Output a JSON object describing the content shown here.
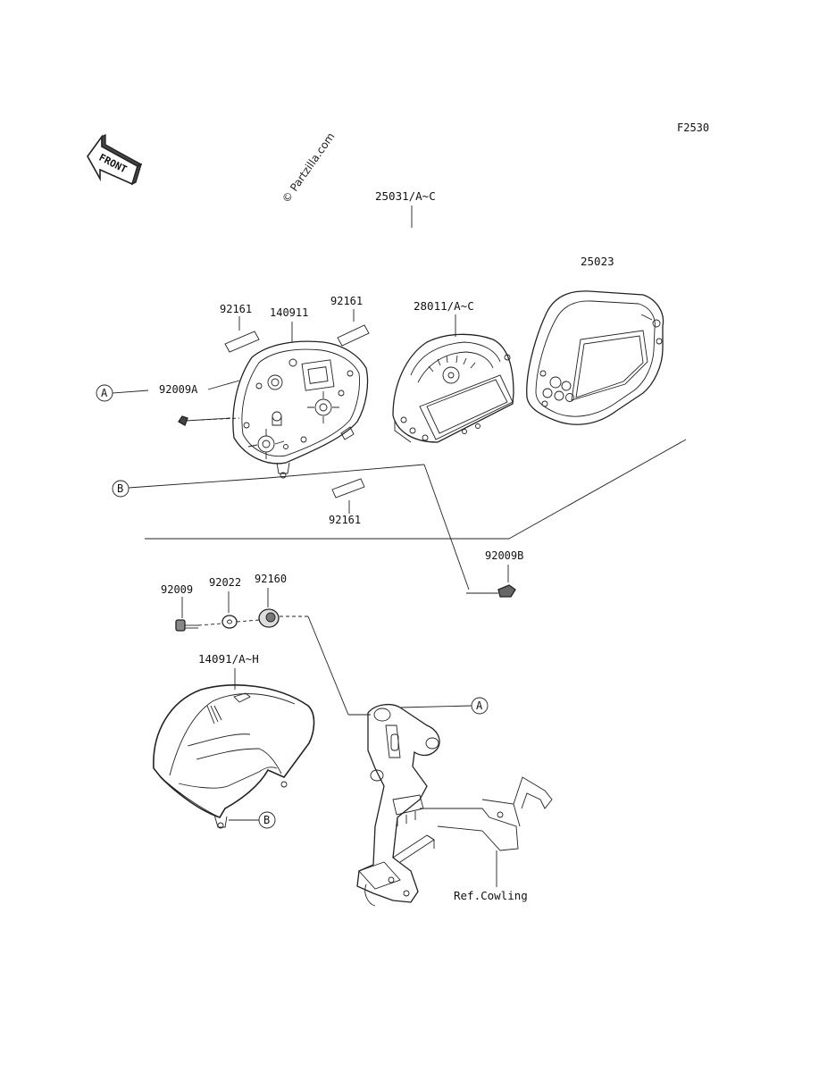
{
  "figure_code": "F2530",
  "watermark": "© Partzilla.com",
  "front_label": "FRONT",
  "labels": {
    "l25031": "25031/A~C",
    "l25023": "25023",
    "l92161_left": "92161",
    "l140911": "140911",
    "l92161_right": "92161",
    "l28011": "28011/A~C",
    "l92009A": "92009A",
    "l92161_bottom": "92161",
    "l92009B": "92009B",
    "l92009": "92009",
    "l92022": "92022",
    "l92160": "92160",
    "l14091": "14091/A~H",
    "ref_cowling": "Ref.Cowling"
  },
  "callouts": {
    "a1": "A",
    "b1": "B",
    "a2": "A",
    "b2": "B"
  }
}
